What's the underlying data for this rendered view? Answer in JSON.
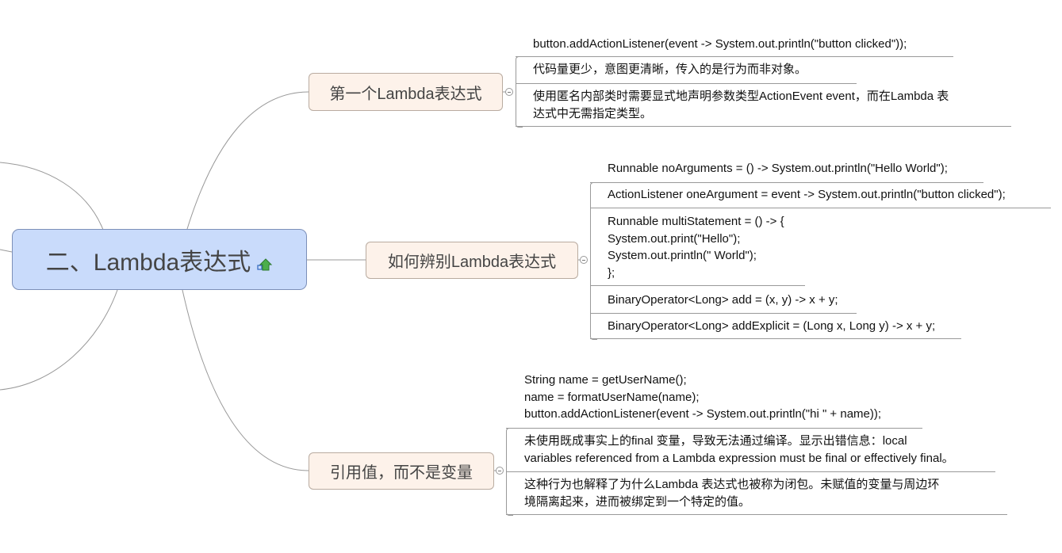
{
  "central": {
    "title": "二、Lambda表达式",
    "icon": "upload-arrow-icon"
  },
  "branches": [
    {
      "label": "第一个Lambda表达式",
      "leaves": [
        "button.addActionListener(event -> System.out.println(\"button clicked\"));",
        "代码量更少，意图更清晰，传入的是行为而非对象。",
        "使用匿名内部类时需要显式地声明参数类型ActionEvent event，而在Lambda 表\n达式中无需指定类型。"
      ]
    },
    {
      "label": "如何辨别Lambda表达式",
      "leaves": [
        "Runnable noArguments = () -> System.out.println(\"Hello World\");",
        "ActionListener oneArgument = event -> System.out.println(\"button clicked\");",
        "Runnable multiStatement = () -> {\nSystem.out.print(\"Hello\");\nSystem.out.println(\" World\");\n};",
        "BinaryOperator<Long> add = (x, y) -> x + y;",
        "BinaryOperator<Long> addExplicit = (Long x, Long y) -> x + y;"
      ]
    },
    {
      "label": "引用值，而不是变量",
      "leaves": [
        "String name = getUserName();\nname = formatUserName(name);\nbutton.addActionListener(event -> System.out.println(\"hi \" + name));",
        "未使用既成事实上的final 变量，导致无法通过编译。显示出错信息：local\nvariables referenced from a Lambda expression must be final or effectively final。",
        "这种行为也解释了为什么Lambda 表达式也被称为闭包。未赋值的变量与周边环\n境隔离起来，进而被绑定到一个特定的值。"
      ]
    }
  ]
}
